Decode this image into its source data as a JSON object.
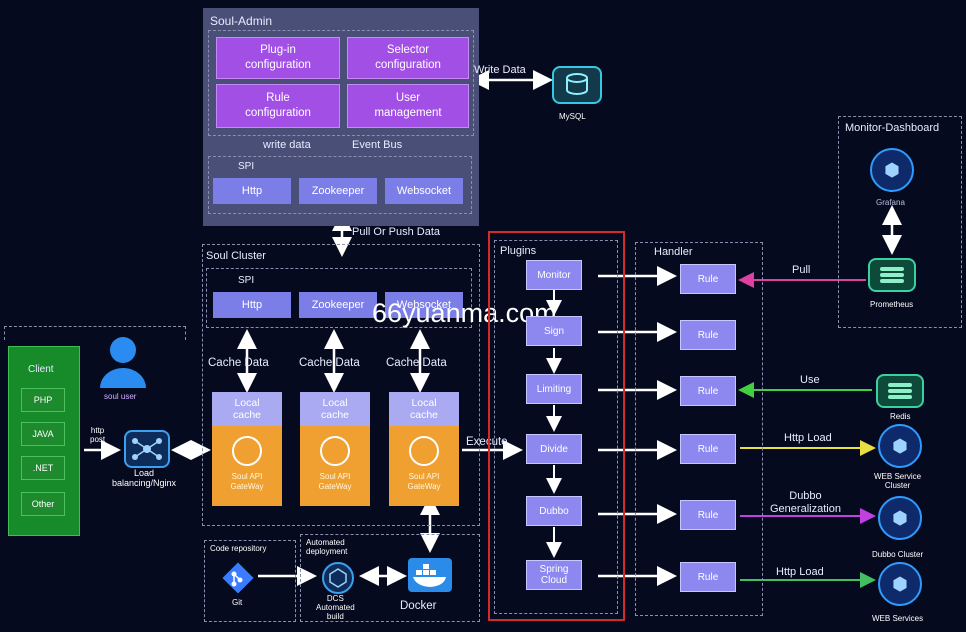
{
  "admin": {
    "title": "Soul-Admin",
    "boxes": [
      "Plug-in\nconfiguration",
      "Selector\nconfiguration",
      "Rule\nconfiguration",
      "User\nmanagement"
    ],
    "write_data_small": "write data",
    "event_bus": "Event Bus",
    "spi_title": "SPI",
    "spi_items": [
      "Http",
      "Zookeeper",
      "Websocket"
    ]
  },
  "mysql": {
    "write_data": "Write Data",
    "label": "MySQL"
  },
  "pull_push": "Pull Or Push Data",
  "cluster": {
    "title": "Soul Cluster",
    "spi_title": "SPI",
    "spi_items": [
      "Http",
      "Zookeeper",
      "Websocket"
    ],
    "cache_data": [
      "Cache Data",
      "Cache Data",
      "Cache Data"
    ],
    "local_cache": "Local\ncache",
    "gateway_name": "Soul API\nGateWay"
  },
  "watermark": "66yuanma.com",
  "client": {
    "title": "Client",
    "items": [
      "PHP",
      "JAVA",
      ".NET",
      "Other"
    ],
    "user_label": "soul user",
    "http_post": "http\npost",
    "load_balancing": "Load\nbalancing/Nginx"
  },
  "execute": "Execute",
  "plugins": {
    "title": "Plugins",
    "items": [
      "Monitor",
      "Sign",
      "Limiting",
      "Divide",
      "Dubbo",
      "Spring\nCloud"
    ]
  },
  "handler": {
    "title": "Handler",
    "rule": "Rule"
  },
  "monitor_dashboard": {
    "title": "Monitor-Dashboard",
    "grafana": "Grafana",
    "prometheus": "Prometheus"
  },
  "edges": {
    "pull": "Pull",
    "use": "Use",
    "http_load_1": "Http Load",
    "dubbo_gen": "Dubbo\nGeneralization",
    "http_load_2": "Http Load"
  },
  "services": {
    "redis": "Redis",
    "web_cluster": "WEB Service\nCluster",
    "dubbo_cluster": "Dubbo Cluster",
    "web_services": "WEB Services"
  },
  "deploy": {
    "code_repo": "Code repository",
    "git": "Git",
    "auto_deploy": "Automated\ndeployment",
    "dcs": "DCS\nAutomated\nbuild",
    "docker": "Docker"
  },
  "colors": {
    "background": "#060a1e",
    "admin_box": "#a24fe6",
    "spi": "#7c7ee8",
    "plugin": "#8c88f0",
    "gateway": "#f0a030",
    "client": "#1e8a2e",
    "plugins_border": "#d42a2a",
    "pull_arrow": "#e040a0",
    "use_arrow": "#40d040",
    "http_load_arrow": "#e8e040",
    "dubbo_arrow": "#c040e0",
    "http_load2_arrow": "#40c060"
  }
}
